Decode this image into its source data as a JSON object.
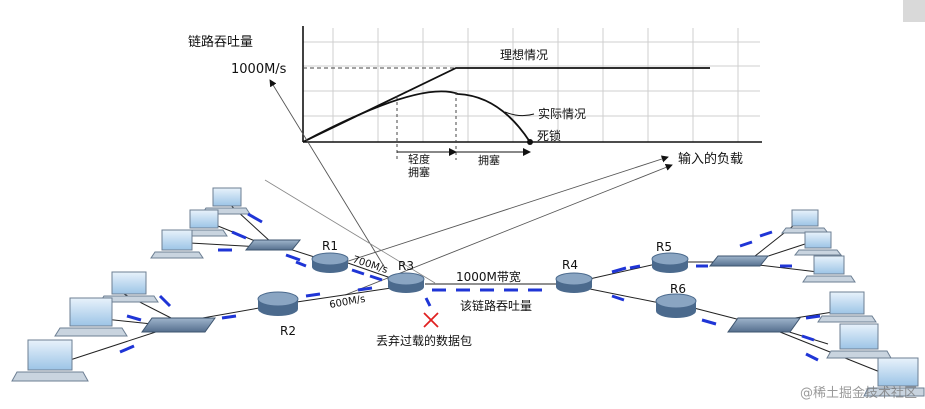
{
  "chart": {
    "y_axis_label": "链路吞吐量",
    "y_tick": "1000M/s",
    "x_axis_label": "输入的负载",
    "ideal_label": "理想情况",
    "actual_label": "实际情况",
    "deadlock_label": "死锁",
    "light_congestion_label_1": "轻度",
    "light_congestion_label_2": "拥塞",
    "congestion_label": "拥塞"
  },
  "network": {
    "routers": [
      "R1",
      "R2",
      "R3",
      "R4",
      "R5",
      "R6"
    ],
    "r1_r3_rate": "700M/s",
    "r2_r3_rate": "600M/s",
    "bandwidth_label": "1000M带宽",
    "throughput_label": "该链路吞吐量",
    "dropped_label": "丢弃过载的数据包"
  },
  "watermark": "@稀土掘金技术社区",
  "colors": {
    "packet": "#1f35d6",
    "router_top": "#8aa5c2",
    "router_body": "#4b6a8d",
    "drop_x": "#e02020"
  }
}
